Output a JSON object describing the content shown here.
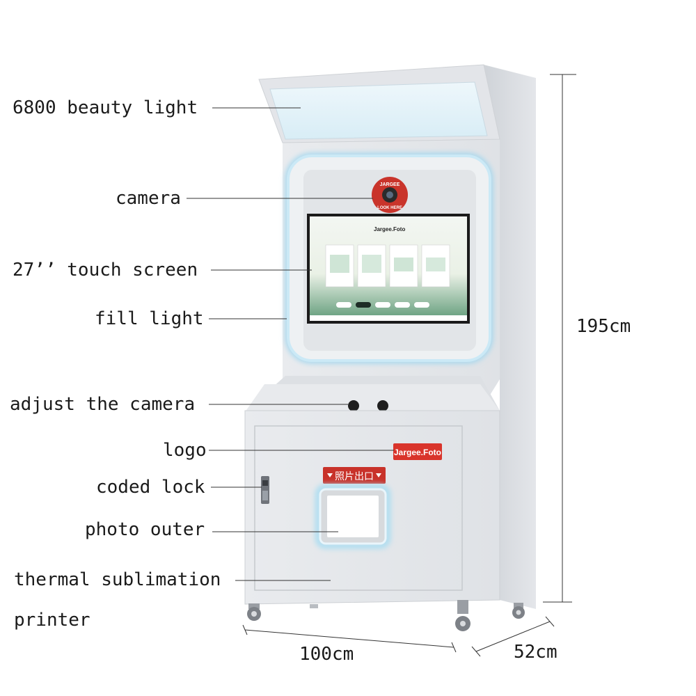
{
  "labels": {
    "beauty_light": "6800 beauty light",
    "camera": "camera",
    "touch_screen": "27’’ touch screen",
    "fill_light": "fill light",
    "adjust_camera": "adjust the camera",
    "logo": "logo",
    "coded_lock": "coded lock",
    "photo_outer": "photo outer",
    "printer_line1": "thermal sublimation",
    "printer_line2": "printer"
  },
  "dimensions": {
    "height": "195cm",
    "width": "100cm",
    "depth": "52cm"
  },
  "machine": {
    "camera_badge_top": "JARGEE",
    "camera_badge_bottom": "LOOK HERE",
    "screen_brand": "Jargee.Foto",
    "logo_plate": "Jargee.Foto",
    "photo_exit_sign": "照片出口"
  },
  "colors": {
    "body": "#e6e8ec",
    "side": "#d3d6db",
    "accent_red": "#d9342b",
    "glow": "#bfe3f2"
  }
}
